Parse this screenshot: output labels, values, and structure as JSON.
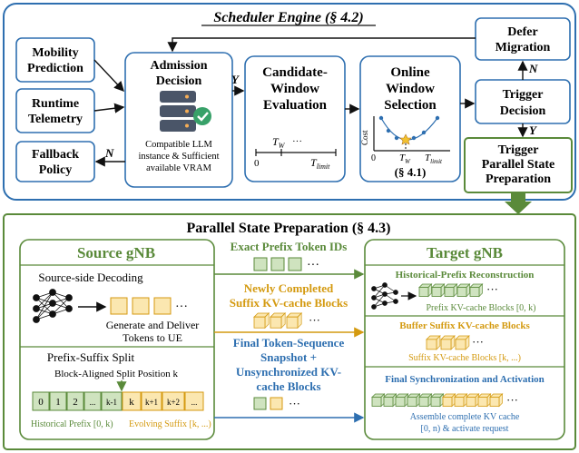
{
  "scheduler": {
    "title": "Scheduler Engine (§ 4.2)",
    "mobility": [
      "Mobility",
      "Prediction"
    ],
    "telemetry": [
      "Runtime",
      "Telemetry"
    ],
    "fallback": [
      "Fallback",
      "Policy"
    ],
    "admission": {
      "title": [
        "Admission",
        "Decision"
      ],
      "caption": [
        "Compatible LLM",
        "instance & Sufficient",
        "available VRAM"
      ]
    },
    "candidate": [
      "Candidate-",
      "Window",
      "Evaluation"
    ],
    "online": [
      "Online",
      "Window",
      "Selection"
    ],
    "online_ref": "(§ 4.1)",
    "defer": [
      "Defer",
      "Migration"
    ],
    "trigger_decision": [
      "Trigger",
      "Decision"
    ],
    "trigger_parallel": [
      "Trigger",
      "Parallel State",
      "Preparation"
    ],
    "labels": {
      "yes": "Y",
      "no": "N"
    },
    "timeline": {
      "zero": "0",
      "tw": "T",
      "tw_sub": "W",
      "dots": "···",
      "tlimit": "T",
      "tlimit_sub": "limit"
    },
    "cost_chart": {
      "ylabel": "Cost",
      "zero": "0",
      "tw": "T",
      "tw_sub": "W",
      "tlimit": "T",
      "tlimit_sub": "limit"
    }
  },
  "parallel": {
    "title": "Parallel State Preparation (§ 4.3)",
    "source": {
      "title": "Source gNB",
      "decoding": "Source-side Decoding",
      "generate": [
        "Generate and Deliver",
        "Tokens to UE"
      ],
      "split_title": "Prefix-Suffix Split",
      "split_pos": "Block-Aligned Split Position k",
      "cells": [
        "0",
        "1",
        "2",
        "...",
        "k-1",
        "k",
        "k+1",
        "k+2",
        "..."
      ],
      "hist": "Historical Prefix [0, k)",
      "evolving": "Evolving Suffix [k, ...)"
    },
    "middle": {
      "exact": "Exact Prefix Token IDs",
      "newly": [
        "Newly Completed",
        "Suffix KV-cache Blocks"
      ],
      "final": [
        "Final Token-Sequence",
        "Snapshot +",
        "Unsynchronized KV-",
        "cache Blocks"
      ],
      "dots": "···"
    },
    "target": {
      "title": "Target gNB",
      "hist_title": "Historical-Prefix Reconstruction",
      "hist_caption": "Prefix KV-cache Blocks [0, k)",
      "buffer_title": "Buffer Suffix KV-cache Blocks",
      "buffer_caption": "Suffix KV-cache Blocks [k, ...)",
      "final_title": "Final Synchronization and Activation",
      "final_caption": [
        "Assemble complete KV cache",
        "[0, n) & activate request"
      ]
    }
  },
  "colors": {
    "blue": "#2e6fb0",
    "green": "#5a8a3a",
    "orange": "#d49a10",
    "light_green": "#cfe3bf",
    "light_yellow": "#fbe7b0",
    "light_blue": "#cfe0f2"
  }
}
